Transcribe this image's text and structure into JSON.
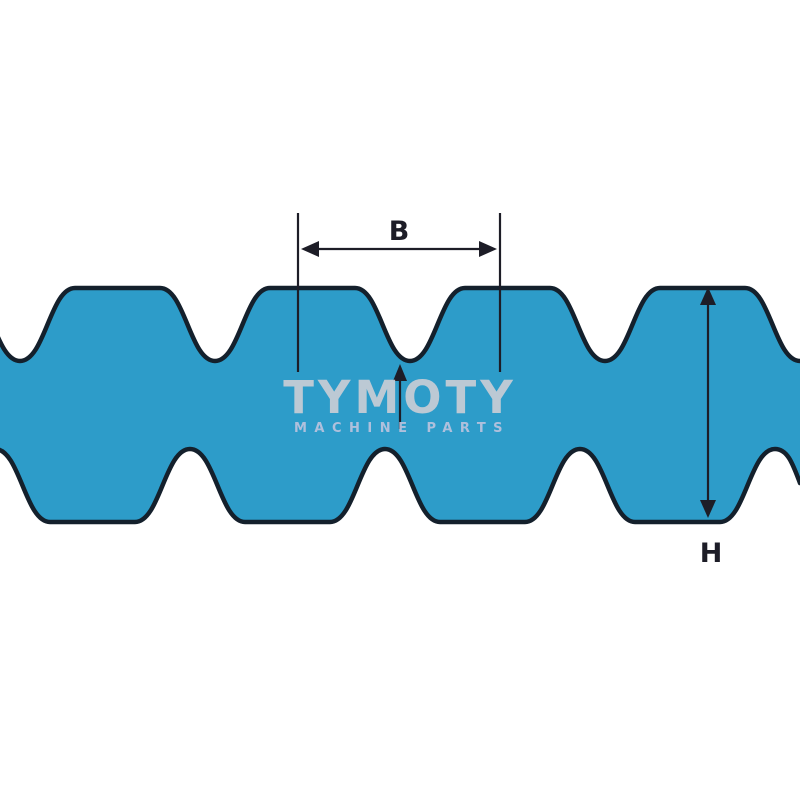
{
  "page": {
    "background": "#ffffff",
    "description_name": "double-sided-timing-belt-profile-diagram"
  },
  "diagram": {
    "label_b": "B",
    "label_h": "H",
    "watermark_line1": "TYMOTY",
    "watermark_line2": "MACHINE PARTS"
  },
  "colors": {
    "belt_fill": "#2D9CC9",
    "belt_outline": "#14202C",
    "dimension": "#1D1D27",
    "watermark_primary": "#C9CDD6",
    "watermark_secondary": "#B7C2DE"
  }
}
